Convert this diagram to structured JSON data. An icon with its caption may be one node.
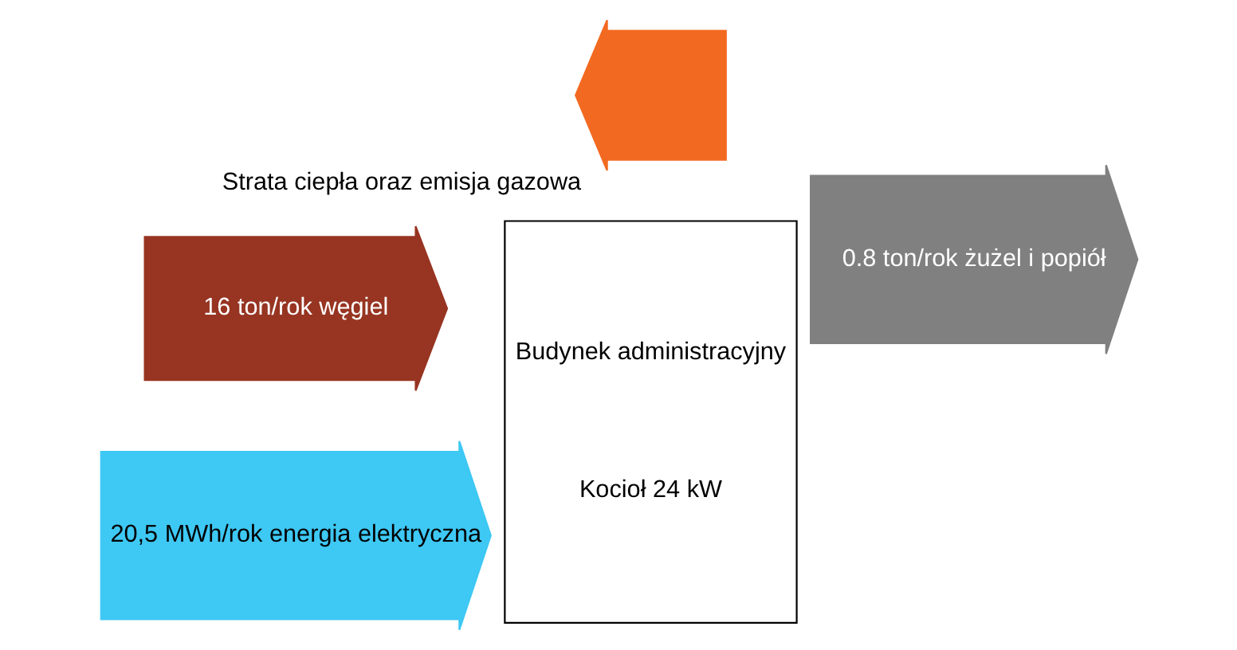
{
  "diagram": {
    "nodes": [
      {
        "text": [
          "16 ton/rok węgiel"
        ]
      },
      {
        "text": [
          "20,5 MWh/rok energia elektryczna"
        ]
      },
      {
        "text": [
          "Budynek administracyjny",
          "Kocioł 24 kW"
        ]
      },
      {
        "text": [],
        "shape": "arrow",
        "beside": [
          "Strata ciepła oraz emisja gazowa"
        ]
      },
      {
        "text": [
          "0.8 ton/rok żużel i popiół"
        ]
      }
    ],
    "edges": []
  }
}
